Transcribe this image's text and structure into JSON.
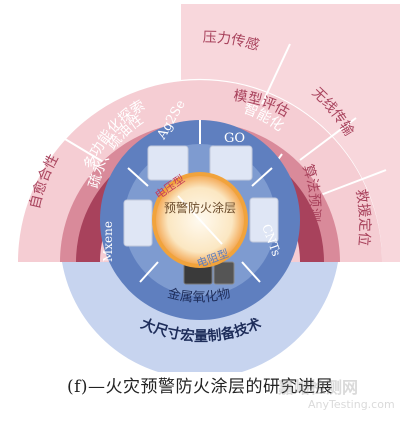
{
  "center": {
    "text": "预警防火涂层"
  },
  "inner_labels": {
    "left": "电压型",
    "right": "电阻型"
  },
  "materials": {
    "ag2se": "Ag2Se",
    "go": "GO",
    "cnts": "CNTs",
    "mxene": "Mxene",
    "metal_oxide": "金属氧化物"
  },
  "dark_ring": {
    "multi_function": "多功能化探索",
    "smart": "智能化"
  },
  "mid_ring": {
    "hydrophobic": "疏水、疏油性",
    "model_eval": "模型评估",
    "algorithm": "算法预测"
  },
  "outer_ring": {
    "self_healing": "自愈合性",
    "pressure": "压力传感",
    "wireless": "无线传输",
    "rescue": "救援定位"
  },
  "bottom_band": "大尺寸宏量制备技术",
  "caption": "(f)—火灾预警防火涂层的研究进展",
  "watermark": {
    "cn": "嘉峪检测网",
    "en": "AnyTesting.com"
  },
  "colors": {
    "outer_pink": "#f5cdd3",
    "mid_pink": "#d98a9a",
    "dark_band": "#a8425c",
    "blue_ring": "#5f7fbf",
    "light_blue": "#c7d4ef",
    "core": "#f7f1e6",
    "flame": "#f1a33c"
  }
}
